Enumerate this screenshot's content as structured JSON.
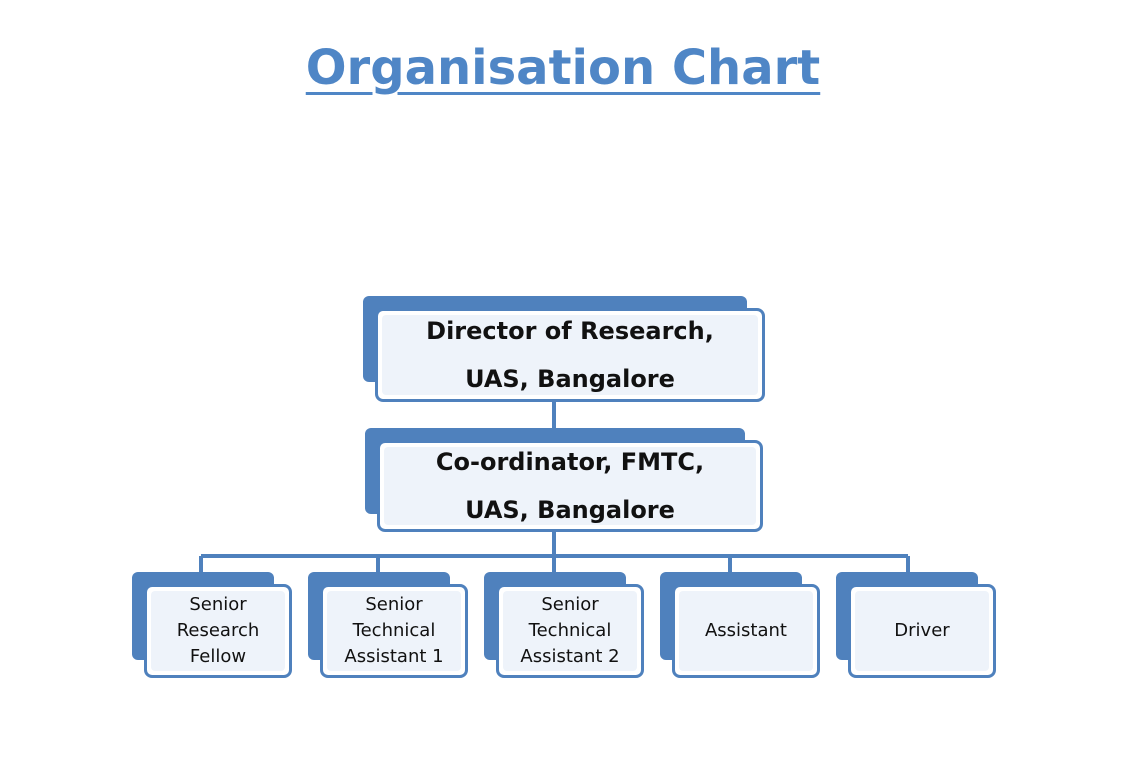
{
  "title": "Organisation Chart",
  "colors": {
    "title": "#4f86c6",
    "box_border": "#4f81bd",
    "box_shadow": "#4f81bd",
    "box_fill": "#eef3fa",
    "connector": "#4f81bd"
  },
  "nodes": {
    "director": {
      "lines": [
        "Director  of Research,",
        "UAS, Bangalore"
      ]
    },
    "coordinator": {
      "lines": [
        "Co-ordinator,  FMTC,",
        "UAS, Bangalore"
      ]
    },
    "staff": [
      {
        "lines": [
          "Senior",
          "Research",
          "Fellow"
        ]
      },
      {
        "lines": [
          "Senior",
          "Technical",
          "Assistant 1"
        ]
      },
      {
        "lines": [
          "Senior",
          "Technical",
          "Assistant 2"
        ]
      },
      {
        "lines": [
          "Assistant"
        ]
      },
      {
        "lines": [
          "Driver"
        ]
      }
    ]
  }
}
